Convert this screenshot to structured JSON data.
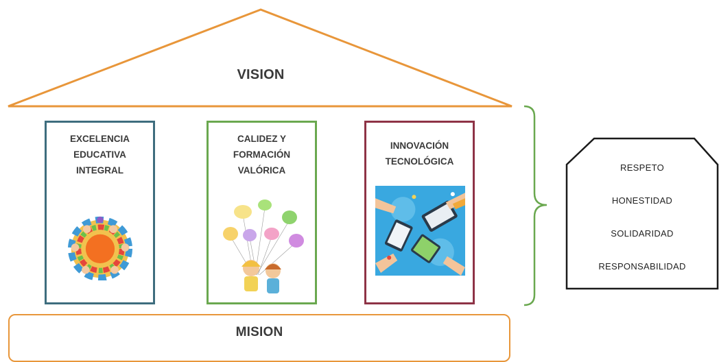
{
  "roof": {
    "label": "VISION",
    "color": "#e8963a"
  },
  "foundation": {
    "label": "MISION",
    "color": "#e8963a"
  },
  "pillars": [
    {
      "title": "EXCELENCIA\nEDUCATIVA\nINTEGRAL",
      "border_color": "#3e6d7e",
      "image": "children-circle-illustration"
    },
    {
      "title": "CALIDEZ Y\nFORMACIÓN\nVALÓRICA",
      "border_color": "#6aa84f",
      "image": "children-with-balloons-illustration"
    },
    {
      "title": "INNOVACIÓN\nTECNOLÓGICA",
      "border_color": "#8e3346",
      "image": "hands-with-devices-illustration"
    }
  ],
  "brace": {
    "color": "#6aa84f"
  },
  "values_box": {
    "items": [
      "RESPETO",
      "HONESTIDAD",
      "SOLIDARIDAD",
      "RESPONSABILIDAD"
    ],
    "border_color": "#1a1a1a"
  }
}
